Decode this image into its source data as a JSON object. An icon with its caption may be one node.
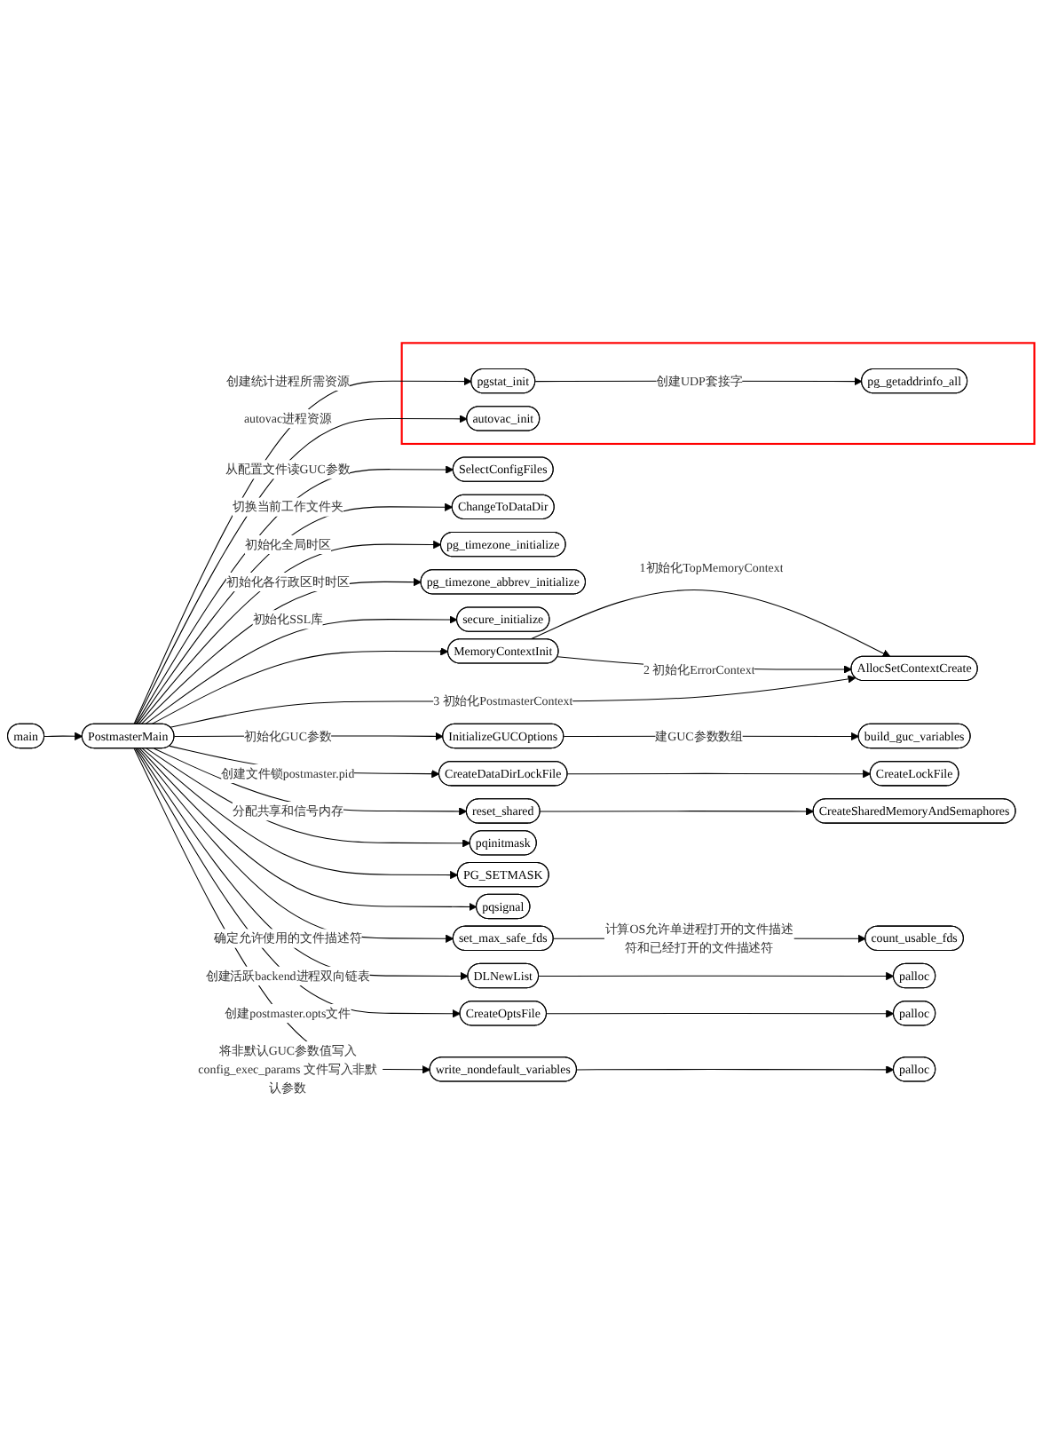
{
  "diagram": {
    "nodes": [
      {
        "text": [
          "main"
        ]
      },
      {
        "text": [
          "PostmasterMain"
        ]
      },
      {
        "text": [
          "MemoryContextInit"
        ]
      },
      {
        "text": [
          "AllocSetContextCreate"
        ]
      },
      {
        "text": [
          "InitializeGUCOptions"
        ]
      },
      {
        "text": [
          "build_guc_variables"
        ]
      },
      {
        "text": [
          "SelectConfigFiles"
        ]
      },
      {
        "text": [
          "ChangeToDataDir"
        ]
      },
      {
        "text": [
          "CreateDataDirLockFile"
        ]
      },
      {
        "text": [
          "CreateLockFile"
        ]
      },
      {
        "text": [
          "pg_timezone_initialize"
        ]
      },
      {
        "text": [
          "pg_timezone_abbrev_initialize"
        ]
      },
      {
        "text": [
          "secure_initialize"
        ]
      },
      {
        "text": [
          "reset_shared"
        ]
      },
      {
        "text": [
          "CreateSharedMemoryAndSemaphores"
        ]
      },
      {
        "text": [
          "set_max_safe_fds"
        ]
      },
      {
        "text": [
          "count_usable_fds"
        ]
      },
      {
        "text": [
          "DLNewList"
        ]
      },
      {
        "text": [
          "palloc"
        ]
      },
      {
        "text": [
          "CreateOptsFile"
        ]
      },
      {
        "text": [
          "palloc"
        ]
      },
      {
        "text": [
          "write_nondefault_variables"
        ]
      },
      {
        "text": [
          "palloc"
        ]
      },
      {
        "text": [
          "pqinitmask"
        ]
      },
      {
        "text": [
          "PG_SETMASK"
        ]
      },
      {
        "text": [
          "pqsignal"
        ]
      },
      {
        "text": [],
        "shape": "box"
      },
      {
        "text": [
          "pgstat_init"
        ],
        "in": 26
      },
      {
        "text": [
          "pg_getaddrinfo_all"
        ],
        "in": 26
      },
      {
        "text": [
          "autovac_init"
        ],
        "in": 26
      }
    ],
    "edges": [
      {
        "from": 0,
        "to": 1,
        "arrow": "to"
      },
      {
        "from": 1,
        "to": 2,
        "arrow": "to"
      },
      {
        "from": 2,
        "to": 3,
        "arrow": "to",
        "label": "1初始化TopMemoryContext"
      },
      {
        "from": 2,
        "to": 3,
        "arrow": "to",
        "label": "2 初始化ErrorContext"
      },
      {
        "from": 1,
        "to": 3,
        "arrow": "to",
        "label": "3 初始化PostmasterContext"
      },
      {
        "from": 1,
        "to": 4,
        "arrow": "to",
        "label": "初始化GUC参数"
      },
      {
        "from": 4,
        "to": 5,
        "arrow": "to",
        "label": "建GUC参数数组"
      },
      {
        "from": 1,
        "to": 6,
        "arrow": "to",
        "label": "从配置文件读GUC参数"
      },
      {
        "from": 1,
        "to": 7,
        "arrow": "to",
        "label": "切换当前工作文件夹"
      },
      {
        "from": 1,
        "to": 8,
        "arrow": "to",
        "label": "创建文件锁postmaster.pid"
      },
      {
        "from": 8,
        "to": 9,
        "arrow": "to"
      },
      {
        "from": 1,
        "to": 10,
        "arrow": "to",
        "label": "初始化全局时区"
      },
      {
        "from": 1,
        "to": 11,
        "arrow": "to",
        "label": "初始化各行政区时时区"
      },
      {
        "from": 1,
        "to": 12,
        "arrow": "to",
        "label": "初始化SSL库"
      },
      {
        "from": 1,
        "to": 13,
        "arrow": "to",
        "label": "分配共享和信号内存"
      },
      {
        "from": 13,
        "to": 14,
        "arrow": "to"
      },
      {
        "from": 1,
        "to": 15,
        "arrow": "to",
        "label": "确定允许使用的文件描述符"
      },
      {
        "from": 15,
        "to": 16,
        "arrow": "to",
        "label": "计算OS允许单进程打开的文件描述符和已经打开的文件描述符"
      },
      {
        "from": 1,
        "to": 17,
        "arrow": "to",
        "label": "创建活跃backend进程双向链表"
      },
      {
        "from": 17,
        "to": 18,
        "arrow": "to"
      },
      {
        "from": 1,
        "to": 19,
        "arrow": "to",
        "label": "创建postmaster.opts文件"
      },
      {
        "from": 19,
        "to": 20,
        "arrow": "to"
      },
      {
        "from": 1,
        "to": 21,
        "arrow": "to",
        "label": "将非默认GUC参数值写入config_exec_params 文件写入非默认参数"
      },
      {
        "from": 21,
        "to": 22,
        "arrow": "to"
      },
      {
        "from": 1,
        "to": 23,
        "arrow": "to"
      },
      {
        "from": 1,
        "to": 24,
        "arrow": "to"
      },
      {
        "from": 1,
        "to": 25,
        "arrow": "to"
      },
      {
        "from": 1,
        "to": 27,
        "arrow": "to",
        "label": "创建统计进程所需资源"
      },
      {
        "from": 27,
        "to": 28,
        "arrow": "to",
        "label": "创建UDP套接字"
      },
      {
        "from": 1,
        "to": 29,
        "arrow": "to",
        "label": "autovac进程资源"
      }
    ]
  }
}
